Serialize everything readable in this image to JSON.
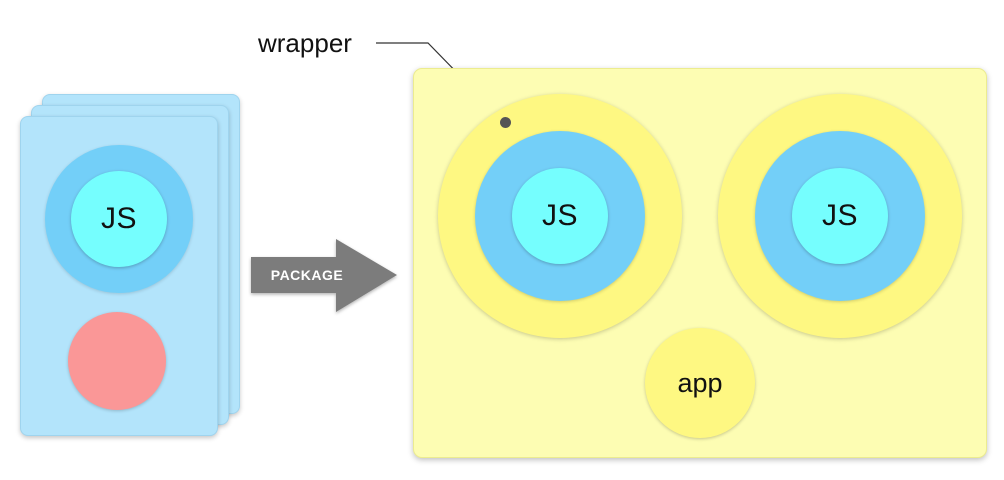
{
  "source_bundle": {
    "module_label": "JS"
  },
  "package_arrow": {
    "label": "PACKAGE"
  },
  "callout": {
    "label": "wrapper"
  },
  "output_bundle": {
    "wrapped_modules": [
      {
        "label": "JS"
      },
      {
        "label": "JS"
      }
    ],
    "app_label": "app"
  },
  "colors": {
    "card_fill": "#b3e4fb",
    "module_outer_blue": "#73cff8",
    "module_core_cyan": "#75fefe",
    "red_circle": "#fa9797",
    "panel_fill": "#fdfdb3",
    "wrapper_yellow": "#fef882",
    "arrow_gray": "#7c7c7c"
  }
}
